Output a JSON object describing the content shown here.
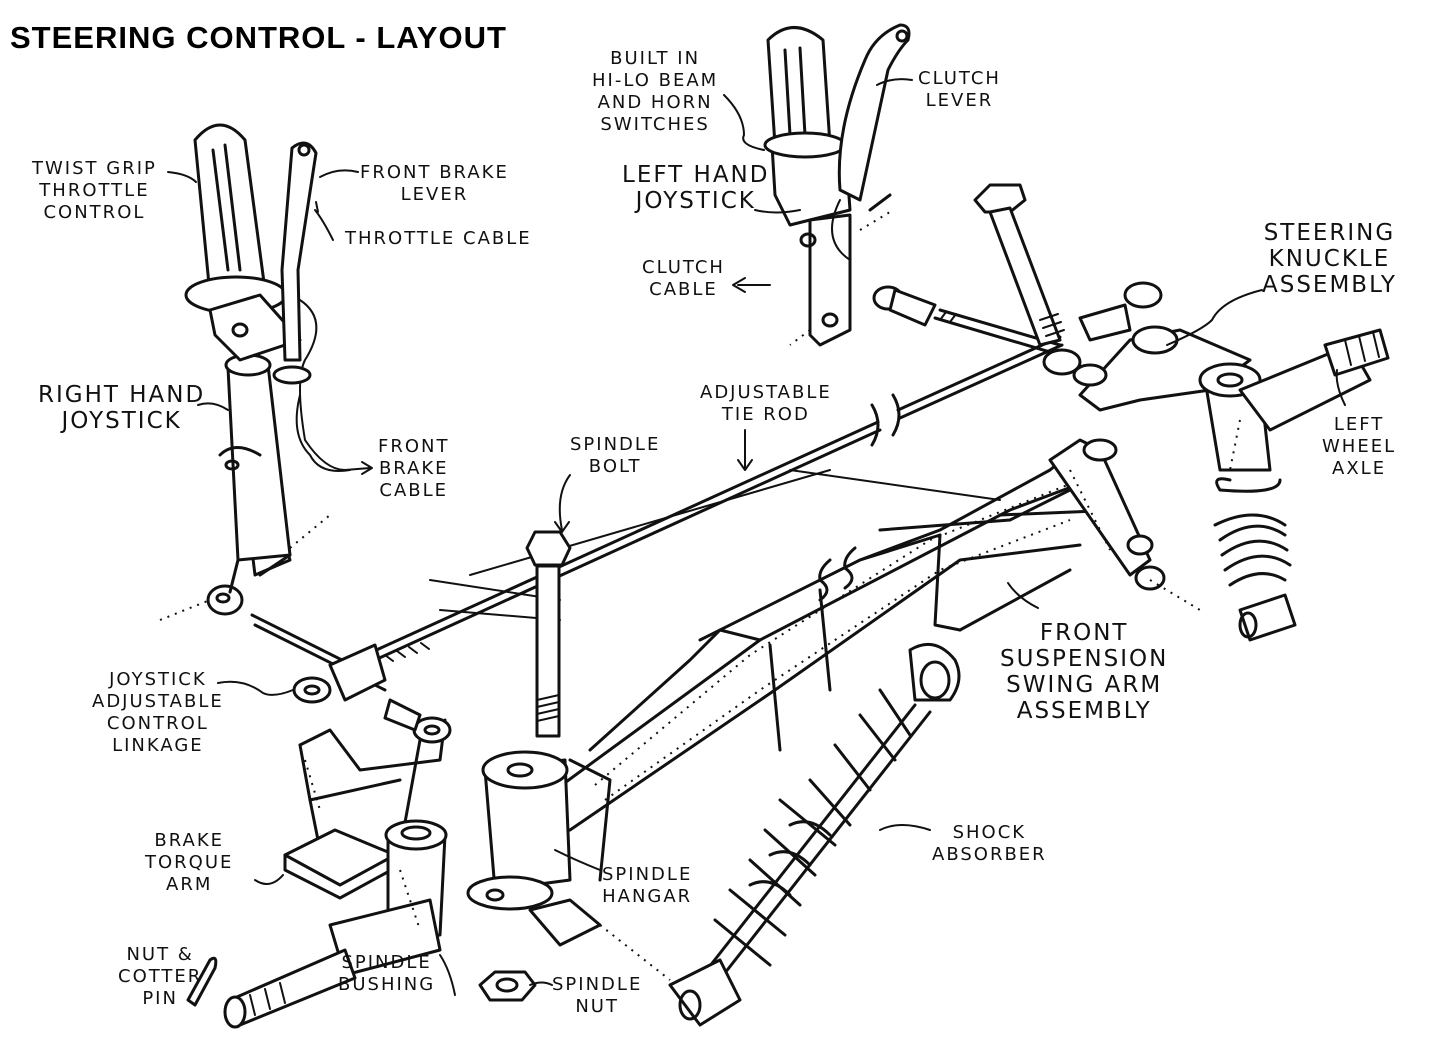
{
  "title": "STEERING CONTROL - LAYOUT",
  "labels": {
    "twist_grip": "TWIST GRIP\nTHROTTLE\nCONTROL",
    "front_brake_lever": "FRONT BRAKE\nLEVER",
    "throttle_cable": "THROTTLE CABLE",
    "right_hand_joystick": "RIGHT HAND\nJOYSTICK",
    "front_brake_cable": "FRONT\nBRAKE\nCABLE",
    "built_in_switches": "BUILT IN\nHI-LO BEAM\nAND HORN\nSWITCHES",
    "clutch_lever": "CLUTCH\nLEVER",
    "left_hand_joystick": "LEFT HAND\nJOYSTICK",
    "clutch_cable": "CLUTCH\nCABLE",
    "steering_knuckle": "STEERING\nKNUCKLE\nASSEMBLY",
    "left_wheel_axle": "LEFT\nWHEEL\nAXLE",
    "adjustable_tierod": "ADJUSTABLE\nTIE ROD",
    "spindle_bolt": "SPINDLE\nBOLT",
    "joystick_linkage": "JOYSTICK\nADJUSTABLE\nCONTROL\nLINKAGE",
    "front_suspension": "FRONT\nSUSPENSION\nSWING ARM\nASSEMBLY",
    "brake_torque_arm": "BRAKE\nTORQUE\nARM",
    "spindle_hangar": "SPINDLE\nHANGAR",
    "shock_absorber": "SHOCK\nABSORBER",
    "nut_cotter_pin": "NUT &\nCOTTER\nPIN",
    "spindle_bushing": "SPINDLE\nBUSHING",
    "spindle_nut": "SPINDLE\nNUT"
  },
  "colors": {
    "ink": "#111111",
    "paper": "#ffffff"
  }
}
